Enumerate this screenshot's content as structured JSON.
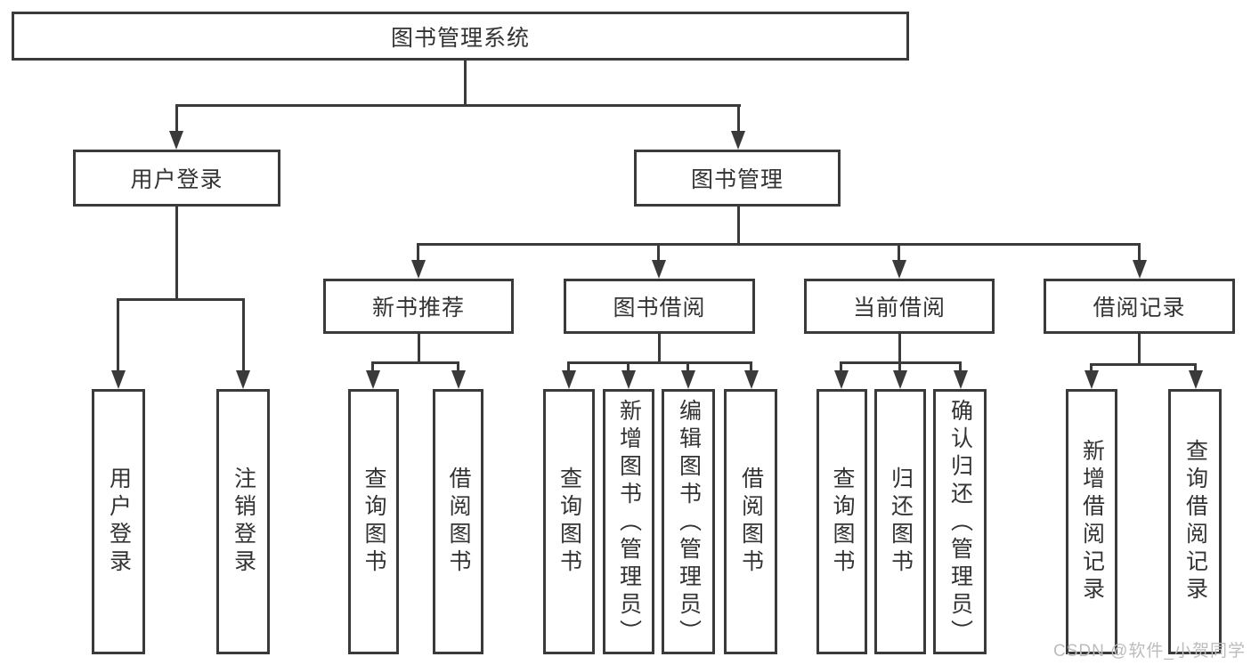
{
  "tree": {
    "root": {
      "label": "图书管理系统",
      "children": [
        {
          "label": "用户登录",
          "children": [
            {
              "label": "用户登录"
            },
            {
              "label": "注销登录"
            }
          ]
        },
        {
          "label": "图书管理",
          "children": [
            {
              "label": "新书推荐",
              "children": [
                {
                  "label": "查询图书"
                },
                {
                  "label": "借阅图书"
                }
              ]
            },
            {
              "label": "图书借阅",
              "children": [
                {
                  "label": "查询图书"
                },
                {
                  "label": "新增图书（管理员）"
                },
                {
                  "label": "编辑图书（管理员）"
                },
                {
                  "label": "借阅图书"
                }
              ]
            },
            {
              "label": "当前借阅",
              "children": [
                {
                  "label": "查询图书"
                },
                {
                  "label": "归还图书"
                },
                {
                  "label": "确认归还（管理员）"
                }
              ]
            },
            {
              "label": "借阅记录",
              "children": [
                {
                  "label": "新增借阅记录"
                },
                {
                  "label": "查询借阅记录"
                }
              ]
            }
          ]
        }
      ]
    }
  },
  "watermark": {
    "text": "CSDN @软件_小贺同学"
  },
  "colors": {
    "line": "#3a3a3a",
    "text": "#333333",
    "watermark": "#bcbcbc",
    "background": "#ffffff"
  }
}
